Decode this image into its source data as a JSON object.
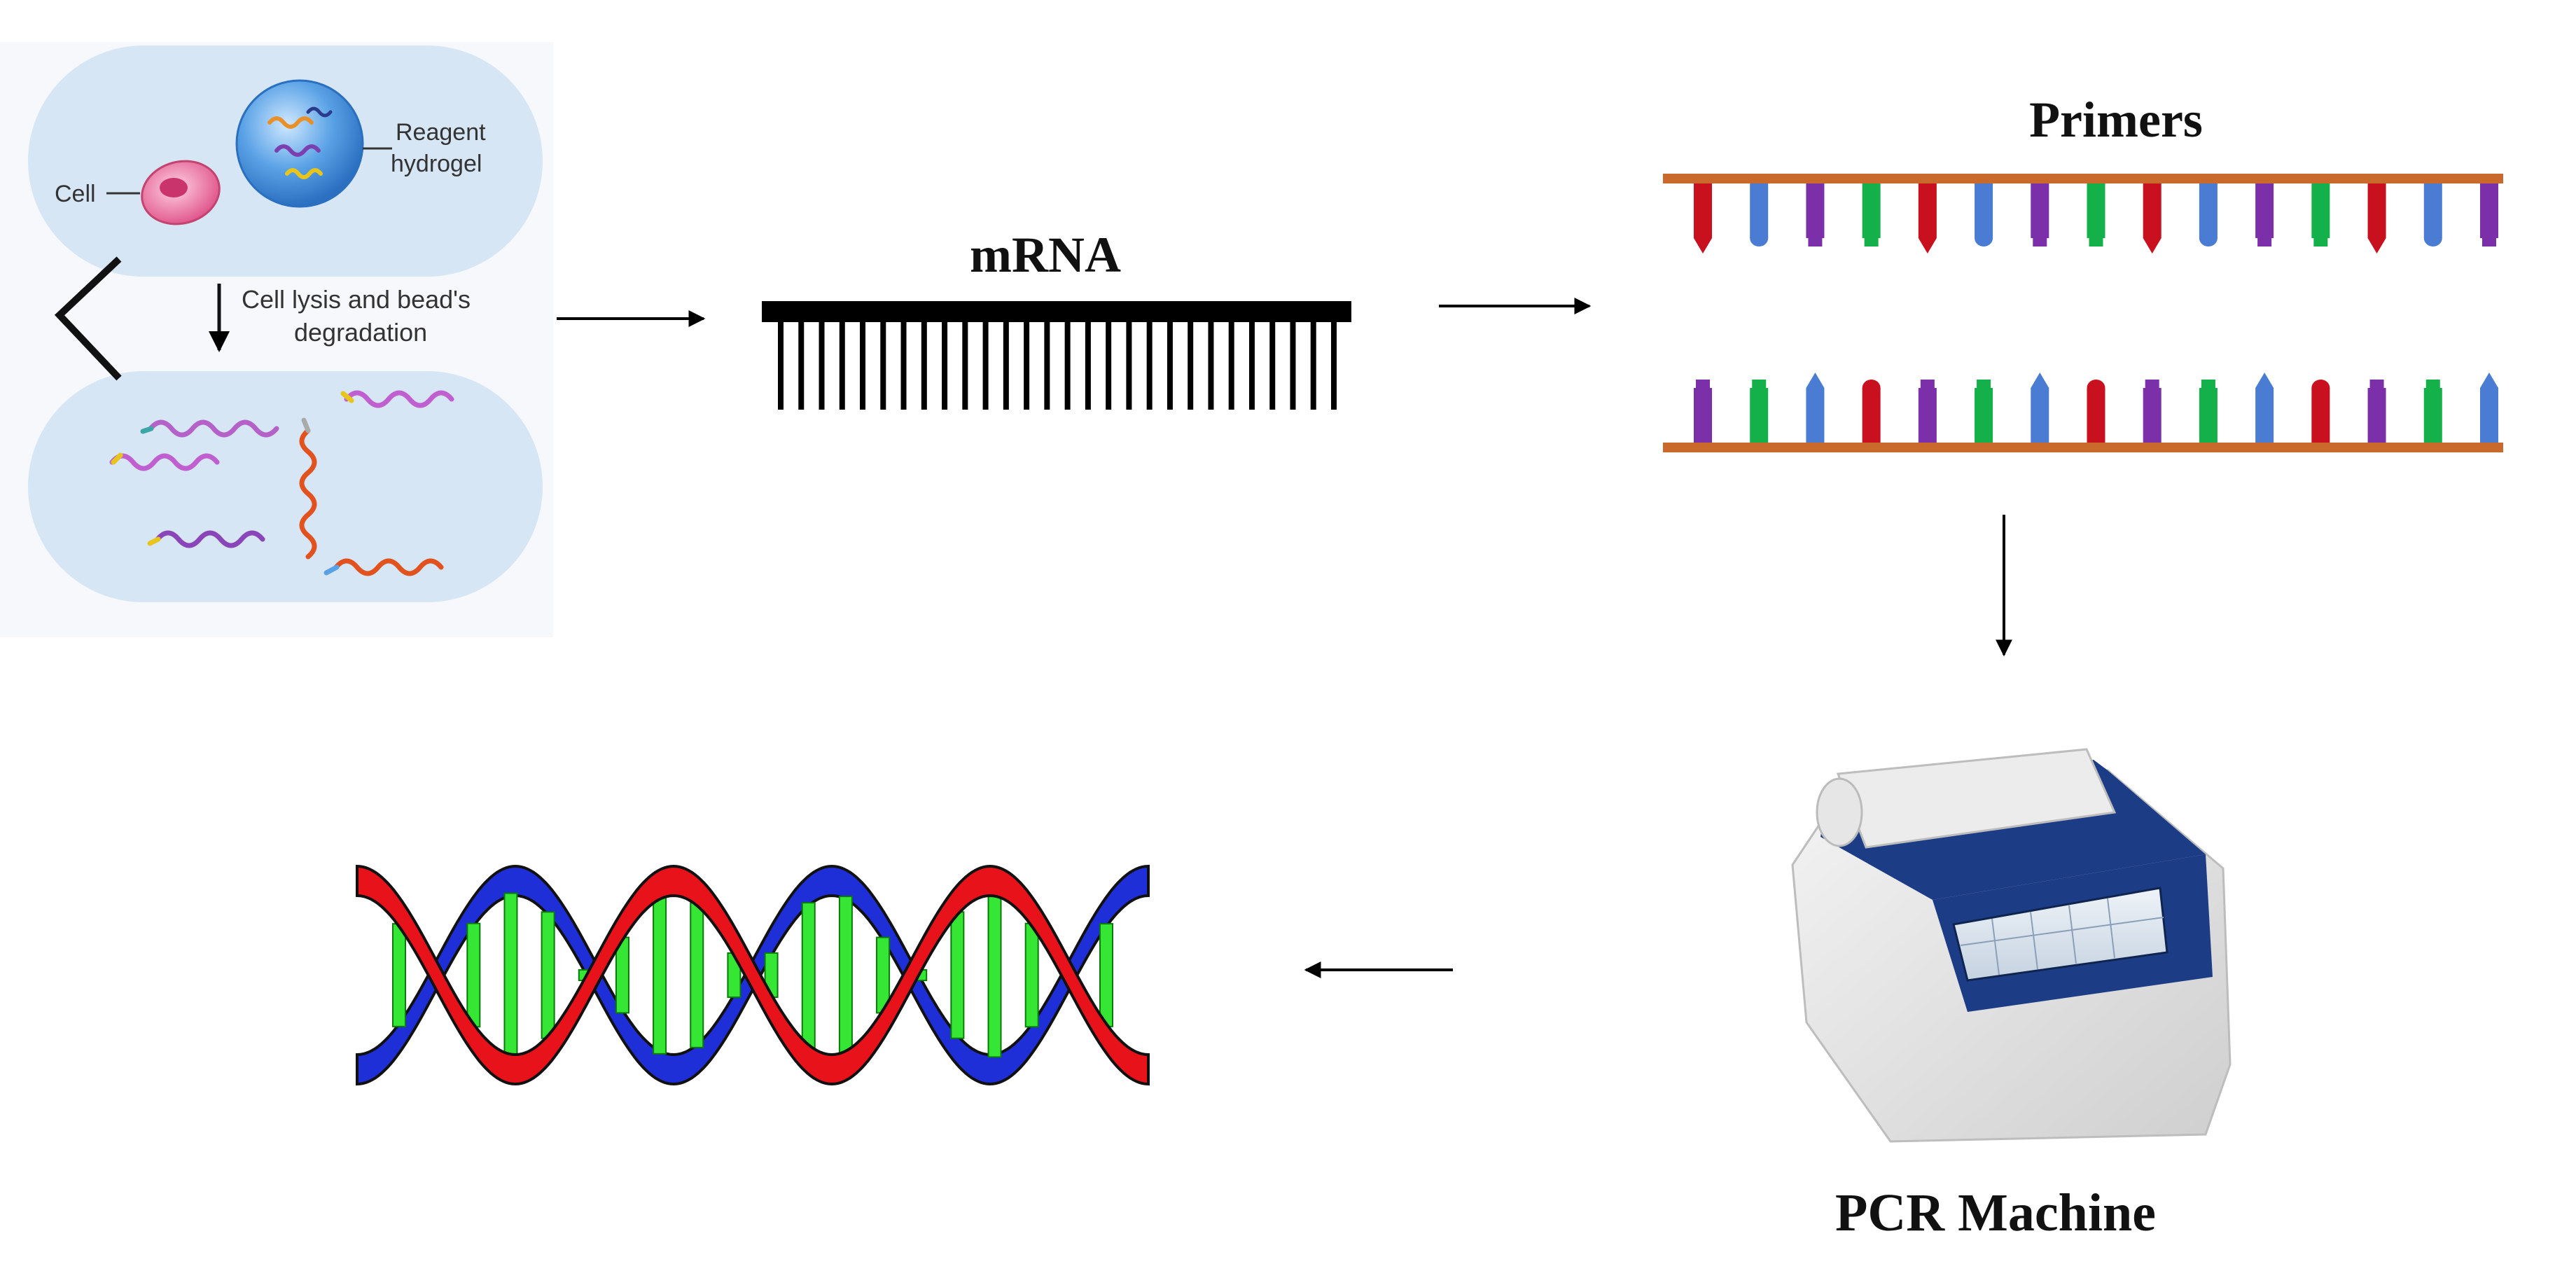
{
  "diagram": {
    "cell_panel": {
      "cell_label": "Cell",
      "reagent_label_line1": "Reagent",
      "reagent_label_line2": "hydrogel",
      "step_line1": "Cell lysis and bead's",
      "step_line2": "degradation"
    },
    "mrna": {
      "label": "mRNA",
      "teeth_count": 28
    },
    "primers": {
      "label": "Primers",
      "top_strand": [
        "red",
        "blue",
        "purple",
        "green",
        "red",
        "blue",
        "purple",
        "green",
        "red",
        "blue",
        "purple",
        "green",
        "red",
        "blue",
        "purple"
      ],
      "bottom_strand": [
        "purple",
        "green",
        "blue",
        "red",
        "purple",
        "green",
        "blue",
        "red",
        "purple",
        "green",
        "blue",
        "red",
        "purple",
        "green",
        "blue"
      ]
    },
    "pcr": {
      "label": "PCR Machine"
    },
    "colors": {
      "red": "#c8101e",
      "blue": "#4a7cd3",
      "purple": "#7b2fa8",
      "green": "#14b04a",
      "strand": "#c96a2c",
      "panel": "#d6e6f5",
      "helix_red": "#e8121a",
      "helix_blue": "#1f2fd8",
      "helix_rung": "#35e635",
      "machine_blue": "#1d3c86"
    }
  }
}
